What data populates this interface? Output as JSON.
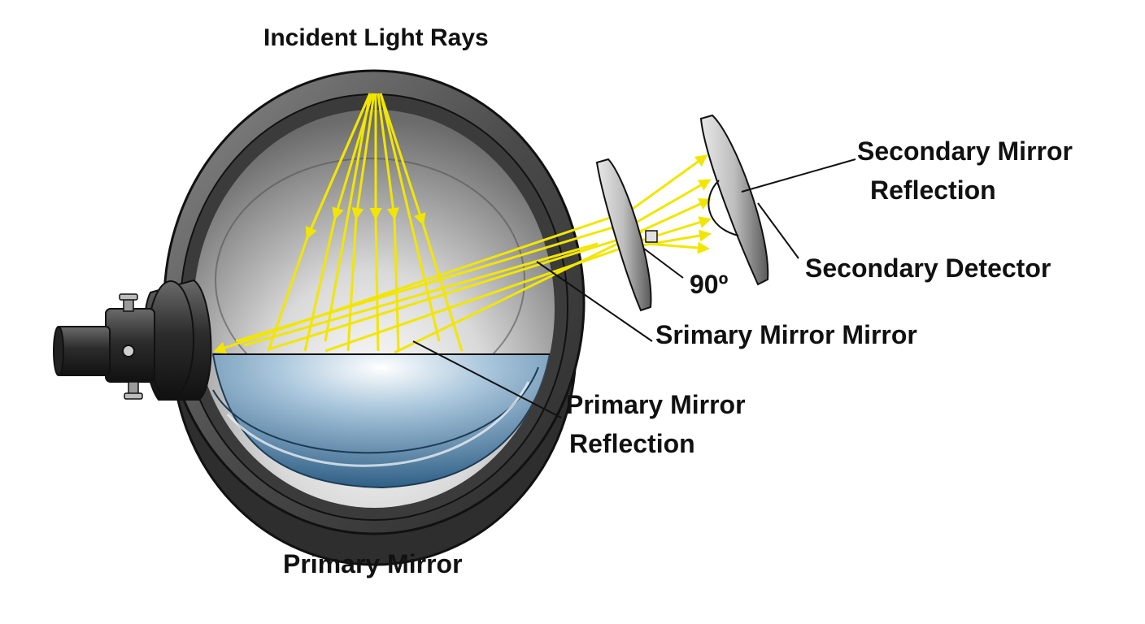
{
  "labels": {
    "incident": "Incident Light Rays",
    "secondary_reflection_line1": "Secondary Mirror",
    "secondary_reflection_line2": "Reflection",
    "secondary_detector": "Secondary Detector",
    "angle": "90º",
    "srimary": "Srimary Mirror Mirror",
    "primary_reflection_line1": "Primary Mirror",
    "primary_reflection_line2": "Reflection",
    "primary_mirror": "Primary Mirror"
  },
  "colors": {
    "ray": "#f2e600",
    "tube_dark": "#3a3a3a",
    "tube_mid": "#7a7a7a",
    "mirror_blue": "#5d8fb4",
    "leader": "#111111"
  }
}
